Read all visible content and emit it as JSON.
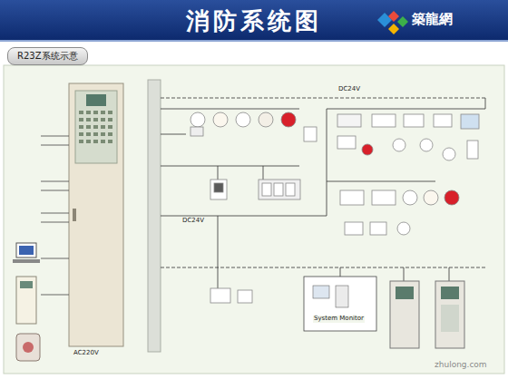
{
  "diagram": {
    "title": "消防系统图",
    "nodes": [
      {
        "text": [
          "築龍網"
        ]
      },
      {
        "text": [
          "R23Z系统示意"
        ]
      }
    ],
    "labels": [
      "DC24V",
      "DC24V",
      "AC220V",
      "System Monitor",
      "zhulong.com"
    ]
  }
}
